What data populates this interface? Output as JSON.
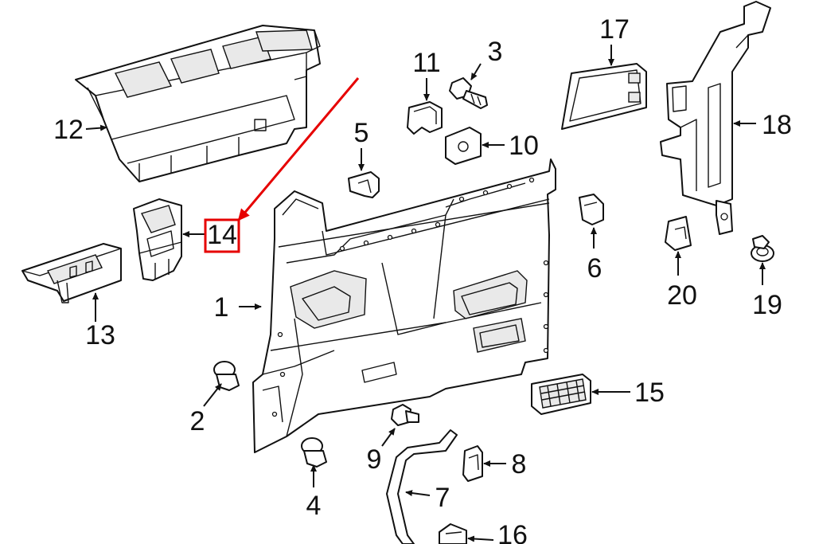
{
  "highlight_color": "#e60000",
  "ink_color": "#111111",
  "callouts": {
    "c1": "1",
    "c2": "2",
    "c3": "3",
    "c4": "4",
    "c5": "5",
    "c6": "6",
    "c7": "7",
    "c8": "8",
    "c9": "9",
    "c10": "10",
    "c11": "11",
    "c12": "12",
    "c13": "13",
    "c14": "14",
    "c15": "15",
    "c16": "16",
    "c17": "17",
    "c18": "18",
    "c19": "19",
    "c20": "20"
  },
  "highlighted_part": "14"
}
